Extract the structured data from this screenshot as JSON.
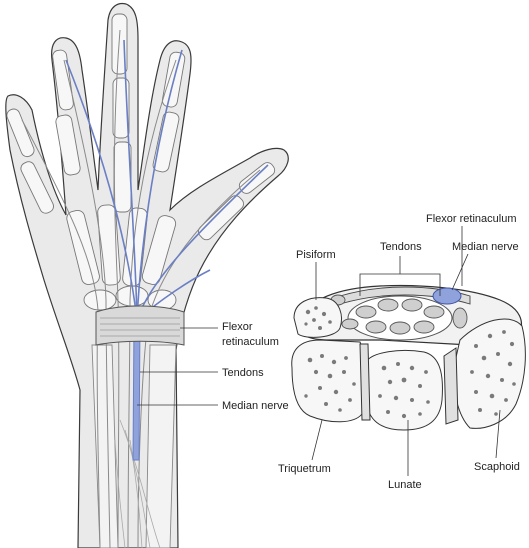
{
  "labels": {
    "hand": {
      "flexor_retinaculum_line1": "Flexor",
      "flexor_retinaculum_line2": "retinaculum",
      "tendons": "Tendons",
      "median_nerve": "Median nerve"
    },
    "cross_section": {
      "flexor_retinaculum": "Flexor retinaculum",
      "tendons": "Tendons",
      "median_nerve": "Median nerve",
      "pisiform": "Pisiform",
      "triquetrum": "Triquetrum",
      "lunate": "Lunate",
      "scaphoid": "Scaphoid"
    }
  },
  "colors": {
    "outline": "#3a3a3a",
    "skin": "#e8e8e8",
    "bone": "#f6f6f6",
    "nerve": "#6a7fc4",
    "nerve_fill": "#8fa2dc",
    "trabecular": "#7a7a7a",
    "retinaculum": "#d9d9d9"
  }
}
